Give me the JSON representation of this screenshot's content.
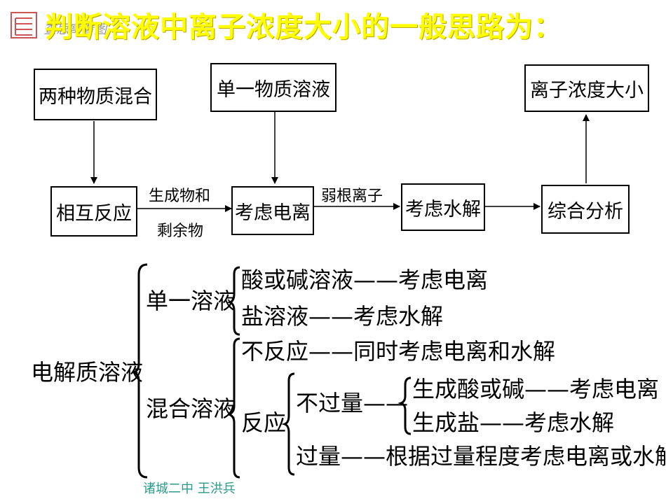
{
  "title": "判断溶液中离子浓度大小的一般思路为：",
  "watermark": "查思寓看图",
  "logo_icon": "seal-stamp-icon",
  "flow": {
    "box_two_substances": "两种物质混合",
    "box_single_solution": "单一物质溶液",
    "box_ion_concentration": "离子浓度大小",
    "box_mutual_reaction": "相互反应",
    "box_consider_ionization": "考虑电离",
    "box_consider_hydrolysis": "考虑水解",
    "box_comprehensive_analysis": "综合分析",
    "edge_products_1": "生成物和",
    "edge_products_2": "剩余物",
    "edge_weak_radical": "弱根离子"
  },
  "tree": {
    "root": "电解质溶液",
    "single": "单一溶液",
    "single_acid_base": "酸或碱溶液——考虑电离",
    "single_salt": "盐溶液——考虑水解",
    "mixed": "混合溶液",
    "mixed_no_reaction": "不反应——同时考虑电离和水解",
    "mixed_reaction": "反应",
    "not_excess": "不过量——",
    "not_excess_acid_base": "生成酸或碱——考虑电离",
    "not_excess_salt": "生成盐——考虑水解",
    "excess": "过量——根据过量程度考虑电离或水解"
  },
  "footer": "诸城二中  王洪兵"
}
